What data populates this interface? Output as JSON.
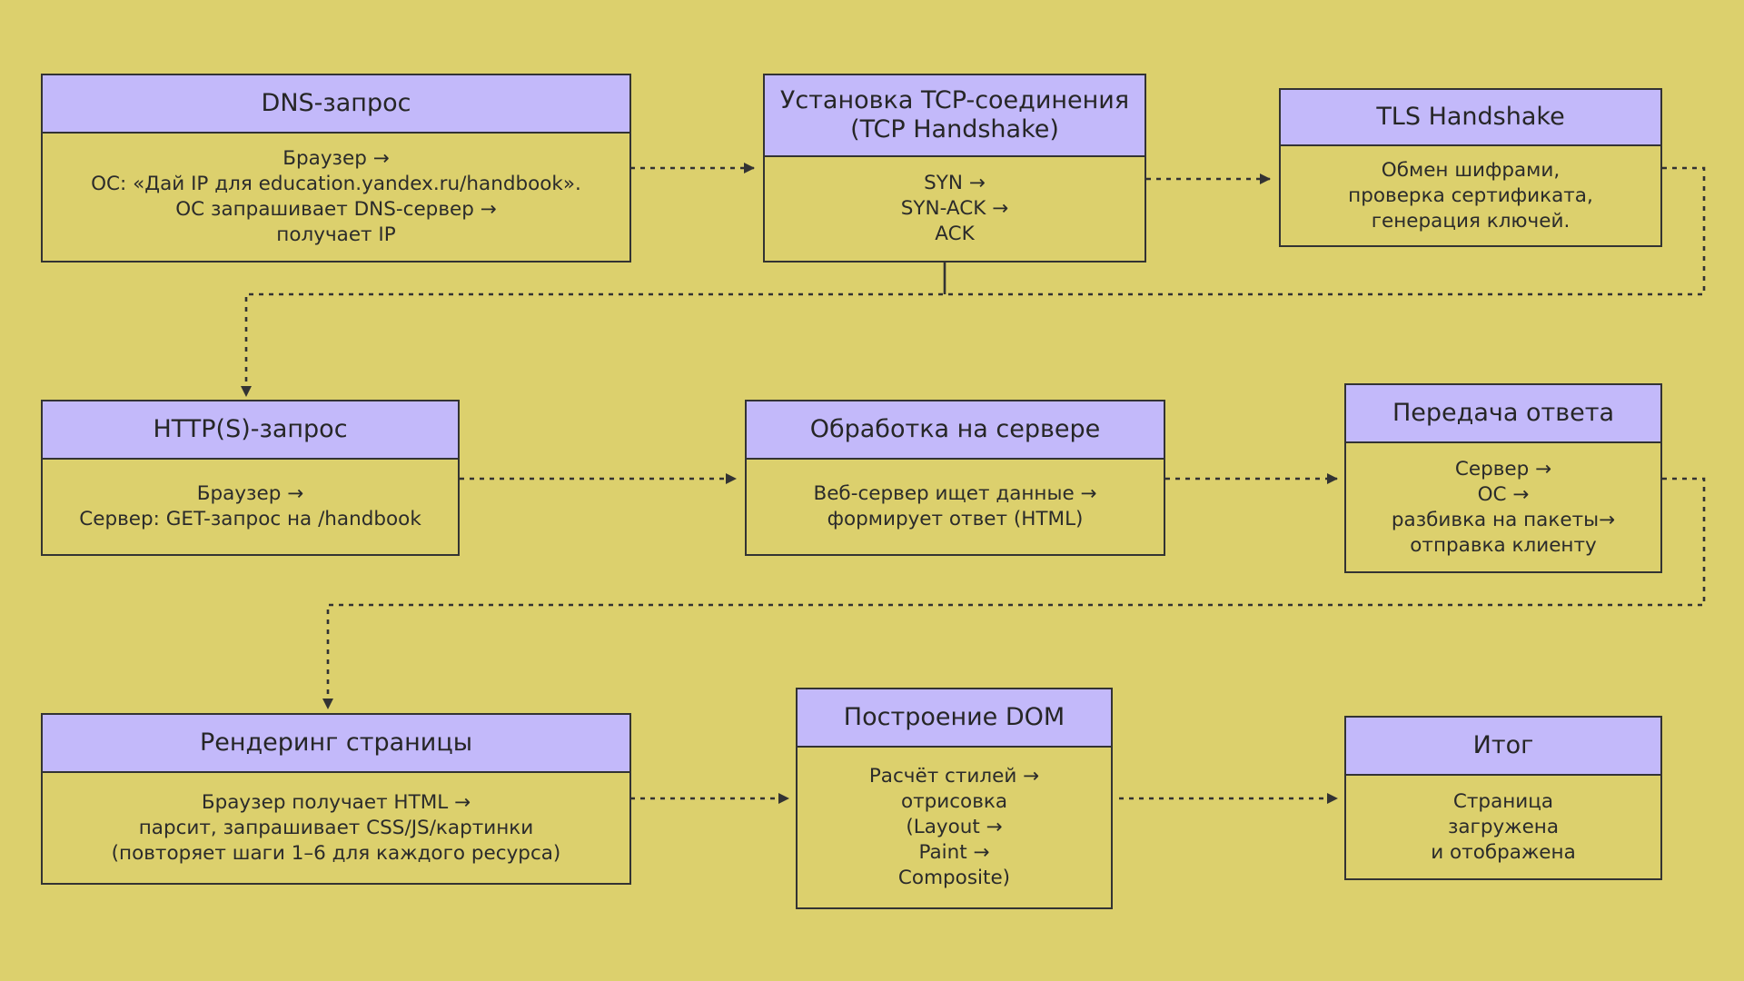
{
  "diagram": {
    "background": "#dcd06d",
    "header_color": "#c3b9fa",
    "border_color": "#333333",
    "connector_style": "dotted-arrow",
    "nodes": [
      {
        "id": "dns",
        "title": "DNS-запрос",
        "body": "Браузер →\nОС: «Дай IP для education.yandex.ru/handbook».\nОС запрашивает DNS-сервер →\nполучает IP"
      },
      {
        "id": "tcp",
        "title": "Установка TCP-соединения\n(TCP Handshake)",
        "body": "SYN →\nSYN-ACK →\nACK"
      },
      {
        "id": "tls",
        "title": "TLS Handshake",
        "body": "Обмен шифрами,\nпроверка сертификата,\nгенерация ключей."
      },
      {
        "id": "http",
        "title": "HTTP(S)-запрос",
        "body": "Браузер →\nСервер: GET-запрос на  /handbook"
      },
      {
        "id": "server",
        "title": "Обработка на сервере",
        "body": "Веб-сервер ищет данные →\nформирует ответ (HTML)"
      },
      {
        "id": "response",
        "title": "Передача ответа",
        "body": "Сервер →\nОС →\nразбивка на пакеты→\nотправка клиенту"
      },
      {
        "id": "render",
        "title": "Рендеринг страницы",
        "body": "Браузер получает HTML →\nпарсит, запрашивает CSS/JS/картинки\n(повторяет шаги 1–6 для каждого ресурса)"
      },
      {
        "id": "dom",
        "title": "Построение DOM",
        "body": "Расчёт стилей →\nотрисовка\n(Layout →\nPaint →\nComposite)"
      },
      {
        "id": "result",
        "title": "Итог",
        "body": "Страница\nзагружена\nи отображена"
      }
    ],
    "edges": [
      {
        "from": "dns",
        "to": "tcp"
      },
      {
        "from": "tcp",
        "to": "tls"
      },
      {
        "from": "tls",
        "to": "http"
      },
      {
        "from": "http",
        "to": "server"
      },
      {
        "from": "server",
        "to": "response"
      },
      {
        "from": "response",
        "to": "render"
      },
      {
        "from": "render",
        "to": "dom"
      },
      {
        "from": "dom",
        "to": "result"
      }
    ]
  }
}
